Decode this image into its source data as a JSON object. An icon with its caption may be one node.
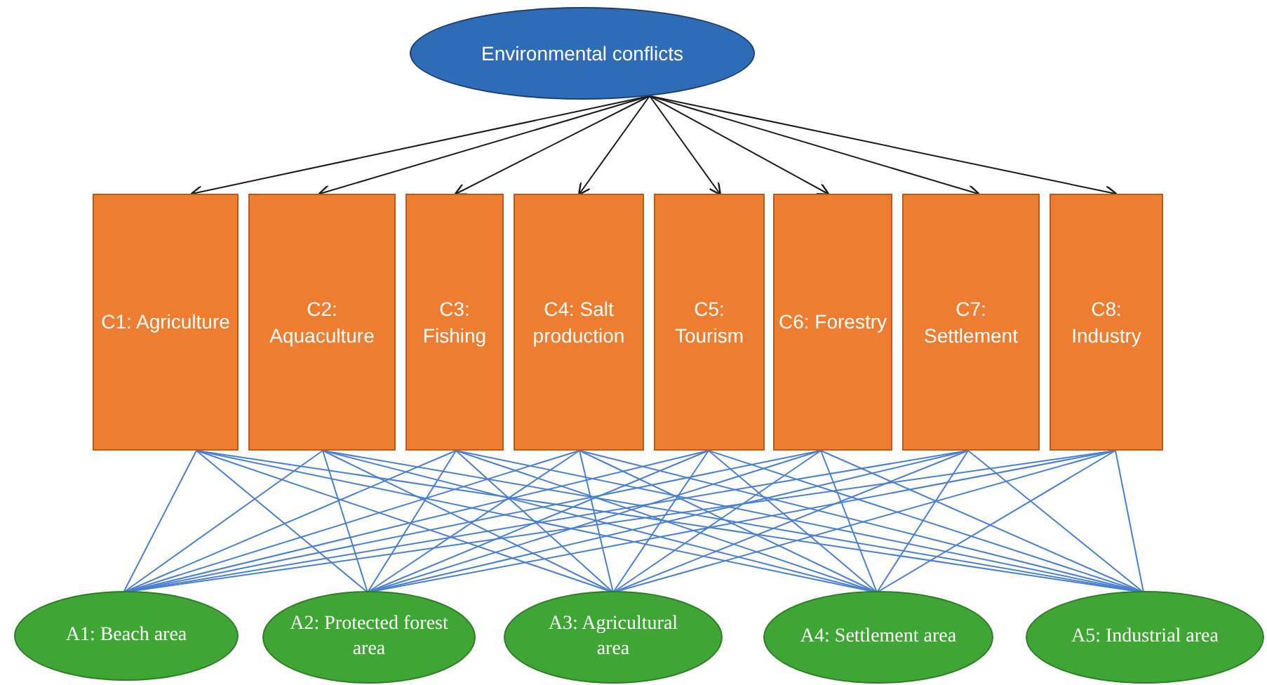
{
  "diagram": {
    "nodes": [
      {
        "text": [
          "Environmental conflicts"
        ]
      },
      {
        "text": [
          "C1: Agriculture"
        ]
      },
      {
        "text": [
          "C2: Aquaculture"
        ]
      },
      {
        "text": [
          "C3: Fishing"
        ]
      },
      {
        "text": [
          "C4: Salt production"
        ]
      },
      {
        "text": [
          "C5: Tourism"
        ]
      },
      {
        "text": [
          "C6: Forestry"
        ]
      },
      {
        "text": [
          "C7: Settlement"
        ]
      },
      {
        "text": [
          "C8: Industry"
        ]
      },
      {
        "text": [
          "A1: Beach area"
        ]
      },
      {
        "text": [
          "A2: Protected forest area"
        ]
      },
      {
        "text": [
          "A3: Agricultural area"
        ]
      },
      {
        "text": [
          "A4: Settlement area"
        ]
      },
      {
        "text": [
          "A5: Industrial area"
        ]
      }
    ],
    "edges": [
      {
        "from": 0,
        "to": 1,
        "arrow": "to",
        "color": "#1a1a1a"
      },
      {
        "from": 0,
        "to": 2,
        "arrow": "to",
        "color": "#1a1a1a"
      },
      {
        "from": 0,
        "to": 3,
        "arrow": "to",
        "color": "#1a1a1a"
      },
      {
        "from": 0,
        "to": 4,
        "arrow": "to",
        "color": "#1a1a1a"
      },
      {
        "from": 0,
        "to": 5,
        "arrow": "to",
        "color": "#1a1a1a"
      },
      {
        "from": 0,
        "to": 6,
        "arrow": "to",
        "color": "#1a1a1a"
      },
      {
        "from": 0,
        "to": 7,
        "arrow": "to",
        "color": "#1a1a1a"
      },
      {
        "from": 0,
        "to": 8,
        "arrow": "to",
        "color": "#1a1a1a"
      },
      {
        "from": 1,
        "to": 9,
        "arrow": "none"
      },
      {
        "from": 1,
        "to": 10,
        "arrow": "none"
      },
      {
        "from": 1,
        "to": 11,
        "arrow": "none"
      },
      {
        "from": 1,
        "to": 12,
        "arrow": "none"
      },
      {
        "from": 1,
        "to": 13,
        "arrow": "none"
      },
      {
        "from": 2,
        "to": 9,
        "arrow": "none"
      },
      {
        "from": 2,
        "to": 10,
        "arrow": "none"
      },
      {
        "from": 2,
        "to": 11,
        "arrow": "none"
      },
      {
        "from": 2,
        "to": 12,
        "arrow": "none"
      },
      {
        "from": 2,
        "to": 13,
        "arrow": "none"
      },
      {
        "from": 3,
        "to": 9,
        "arrow": "none"
      },
      {
        "from": 3,
        "to": 10,
        "arrow": "none"
      },
      {
        "from": 3,
        "to": 11,
        "arrow": "none"
      },
      {
        "from": 3,
        "to": 12,
        "arrow": "none"
      },
      {
        "from": 3,
        "to": 13,
        "arrow": "none"
      },
      {
        "from": 4,
        "to": 9,
        "arrow": "none"
      },
      {
        "from": 4,
        "to": 10,
        "arrow": "none"
      },
      {
        "from": 4,
        "to": 11,
        "arrow": "none"
      },
      {
        "from": 4,
        "to": 12,
        "arrow": "none"
      },
      {
        "from": 4,
        "to": 13,
        "arrow": "none"
      },
      {
        "from": 5,
        "to": 9,
        "arrow": "none"
      },
      {
        "from": 5,
        "to": 10,
        "arrow": "none"
      },
      {
        "from": 5,
        "to": 11,
        "arrow": "none"
      },
      {
        "from": 5,
        "to": 12,
        "arrow": "none"
      },
      {
        "from": 5,
        "to": 13,
        "arrow": "none"
      },
      {
        "from": 6,
        "to": 9,
        "arrow": "none"
      },
      {
        "from": 6,
        "to": 10,
        "arrow": "none"
      },
      {
        "from": 6,
        "to": 11,
        "arrow": "none"
      },
      {
        "from": 6,
        "to": 12,
        "arrow": "none"
      },
      {
        "from": 6,
        "to": 13,
        "arrow": "none"
      },
      {
        "from": 7,
        "to": 9,
        "arrow": "none"
      },
      {
        "from": 7,
        "to": 10,
        "arrow": "none"
      },
      {
        "from": 7,
        "to": 11,
        "arrow": "none"
      },
      {
        "from": 7,
        "to": 12,
        "arrow": "none"
      },
      {
        "from": 7,
        "to": 13,
        "arrow": "none"
      },
      {
        "from": 8,
        "to": 9,
        "arrow": "none"
      },
      {
        "from": 8,
        "to": 10,
        "arrow": "none"
      },
      {
        "from": 8,
        "to": 11,
        "arrow": "none"
      },
      {
        "from": 8,
        "to": 12,
        "arrow": "none"
      },
      {
        "from": 8,
        "to": 13,
        "arrow": "none"
      }
    ]
  }
}
